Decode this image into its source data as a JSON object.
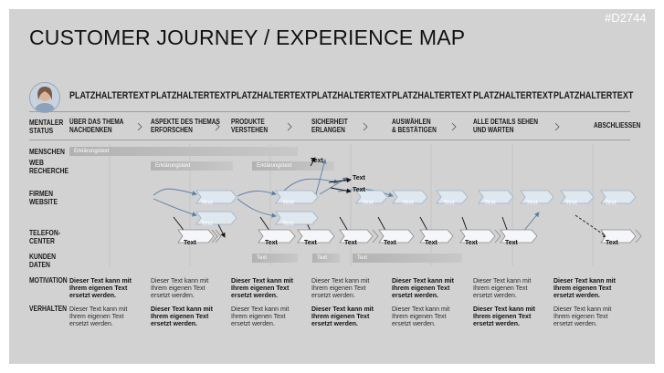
{
  "code": "#D2744",
  "title": "CUSTOMER JOURNEY / EXPERIENCE MAP",
  "columns": [
    "PLATZHALTERTEXT",
    "PLATZHALTERTEXT",
    "PLATZHALTERTEXT",
    "PLATZHALTERTEXT",
    "PLATZHALTERTEXT",
    "PLATZHALTERTEXT",
    "PLATZHALTERTEXT"
  ],
  "rows": {
    "mental": [
      "MENTALER",
      "STATUS"
    ],
    "menschen": "MENSCHEN",
    "web": [
      "WEB",
      "RECHERCHE"
    ],
    "firmen": [
      "FIRMEN",
      "WEBSITE"
    ],
    "telefon": [
      "TELEFON-",
      "CENTER"
    ],
    "kunden": [
      "KUNDEN",
      "DATEN"
    ],
    "motivation": "MOTIVATION",
    "verhalten": "VERHALTEN"
  },
  "status": [
    [
      "ÜBER DAS THEMA",
      "NACHDENKEN"
    ],
    [
      "ASPEKTE DES THEMAS",
      "ERFORSCHEN"
    ],
    [
      "PRODUKTE",
      "VERSTEHEN"
    ],
    [
      "SICHERHEIT",
      "ERLANGEN"
    ],
    [
      "AUSWÄHLEN",
      "& BESTÄTIGEN"
    ],
    [
      "ALLE DETAILS SEHEN",
      "UND WARTEN"
    ],
    [
      "",
      "ABSCHLIESSEN"
    ]
  ],
  "bars": {
    "erklaerung": "Erklärungstext",
    "text": "Text"
  },
  "flow": {
    "text": "Text"
  },
  "desc": [
    "Dieser Text kann mit",
    "Ihrem eigenen Text",
    "ersetzt werden."
  ],
  "colors": {
    "background": "#d2d2d2",
    "shape_light": "#dfe7ef",
    "shape_white": "#f4f6f9",
    "arrow_blue": "#5b7fa6",
    "arrow_dark": "#111111"
  }
}
